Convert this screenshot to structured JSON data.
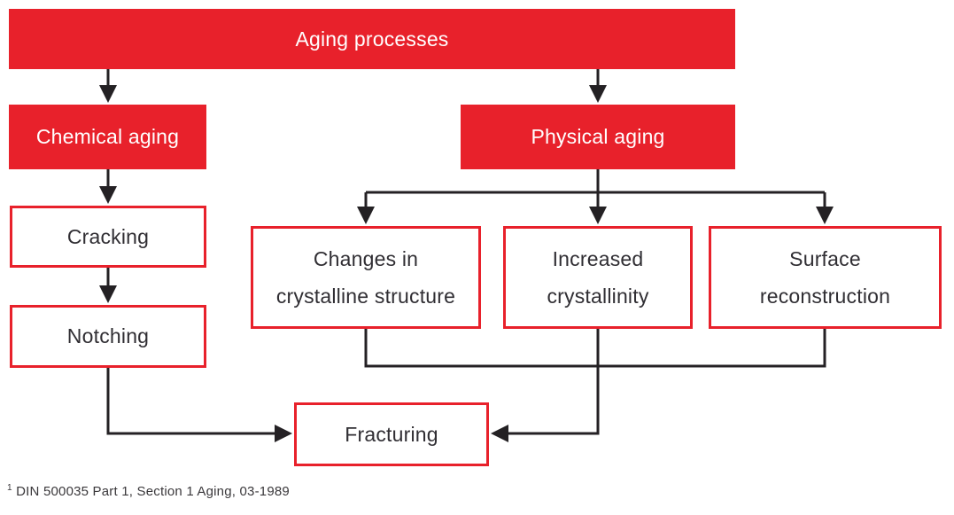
{
  "colors": {
    "box_red": "#e8212b",
    "line_black": "#242124",
    "text_on_red": "#ffffff",
    "text_dark": "#302e33"
  },
  "diagram": {
    "nodes": {
      "aging": {
        "label": "Aging processes"
      },
      "chemical": {
        "label": "Chemical aging"
      },
      "physical": {
        "label": "Physical aging"
      },
      "cracking": {
        "label": "Cracking"
      },
      "notching": {
        "label": "Notching"
      },
      "changes": {
        "label": "Changes in crystalline structure",
        "lines": [
          "Changes in",
          "crystalline structure"
        ]
      },
      "increased": {
        "label": "Increased crystallinity",
        "lines": [
          "Increased",
          "crystallinity"
        ]
      },
      "surface": {
        "label": "Surface reconstruction",
        "lines": [
          "Surface",
          "reconstruction"
        ]
      },
      "fracturing": {
        "label": "Fracturing"
      }
    },
    "footnote": {
      "sup": "1",
      "text": "DIN 500035 Part 1, Section 1 Aging, 03-1989"
    }
  }
}
